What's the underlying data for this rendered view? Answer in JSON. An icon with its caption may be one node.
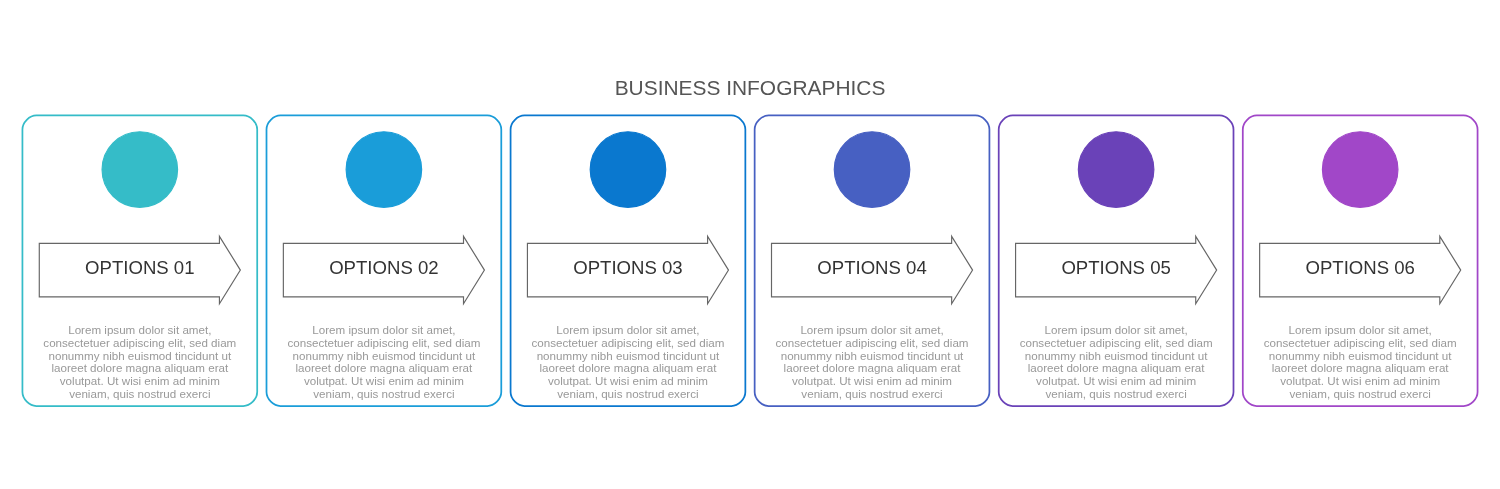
{
  "diagram": {
    "title": "BUSINESS INFOGRAPHICS",
    "nodes": [
      {
        "text": [
          "Lorem ipsum dolor sit amet, consectetuer adipiscing elit, sed diam nonummy nibh euismod tincidunt ut laoreet dolore magna aliquam erat volutpat. Ut wisi enim ad minim veniam, quis nostrud exerci"
        ]
      },
      {
        "text": [],
        "shape": "circle",
        "in": 0
      },
      {
        "text": [
          "OPTIONS 01"
        ],
        "in": 0
      },
      {
        "text": [
          "Lorem ipsum dolor sit amet, consectetuer adipiscing elit, sed diam nonummy nibh euismod tincidunt ut laoreet dolore magna aliquam erat volutpat. Ut wisi enim ad minim veniam, quis nostrud exerci"
        ]
      },
      {
        "text": [],
        "shape": "circle",
        "in": 3
      },
      {
        "text": [
          "OPTIONS 02"
        ],
        "in": 3
      },
      {
        "text": [
          "Lorem ipsum dolor sit amet, consectetuer adipiscing elit, sed diam nonummy nibh euismod tincidunt ut laoreet dolore magna aliquam erat volutpat. Ut wisi enim ad minim veniam, quis nostrud exerci"
        ]
      },
      {
        "text": [],
        "shape": "circle",
        "in": 6
      },
      {
        "text": [
          "OPTIONS 03"
        ],
        "in": 6
      },
      {
        "text": [
          "Lorem ipsum dolor sit amet, consectetuer adipiscing elit, sed diam nonummy nibh euismod tincidunt ut laoreet dolore magna aliquam erat volutpat. Ut wisi enim ad minim veniam, quis nostrud exerci"
        ]
      },
      {
        "text": [],
        "shape": "circle",
        "in": 9
      },
      {
        "text": [
          "OPTIONS 04"
        ],
        "in": 9
      },
      {
        "text": [
          "Lorem ipsum dolor sit amet, consectetuer adipiscing elit, sed diam nonummy nibh euismod tincidunt ut laoreet dolore magna aliquam erat volutpat. Ut wisi enim ad minim veniam, quis nostrud exerci"
        ]
      },
      {
        "text": [],
        "shape": "circle",
        "in": 12
      },
      {
        "text": [
          "OPTIONS 05"
        ],
        "in": 12
      },
      {
        "text": [
          "Lorem ipsum dolor sit amet, consectetuer adipiscing elit, sed diam nonummy nibh euismod tincidunt ut laoreet dolore magna aliquam erat volutpat. Ut wisi enim ad minim veniam, quis nostrud exerci"
        ]
      },
      {
        "text": [],
        "shape": "circle",
        "in": 15
      },
      {
        "text": [
          "OPTIONS 06"
        ],
        "in": 15
      }
    ],
    "edges": []
  }
}
